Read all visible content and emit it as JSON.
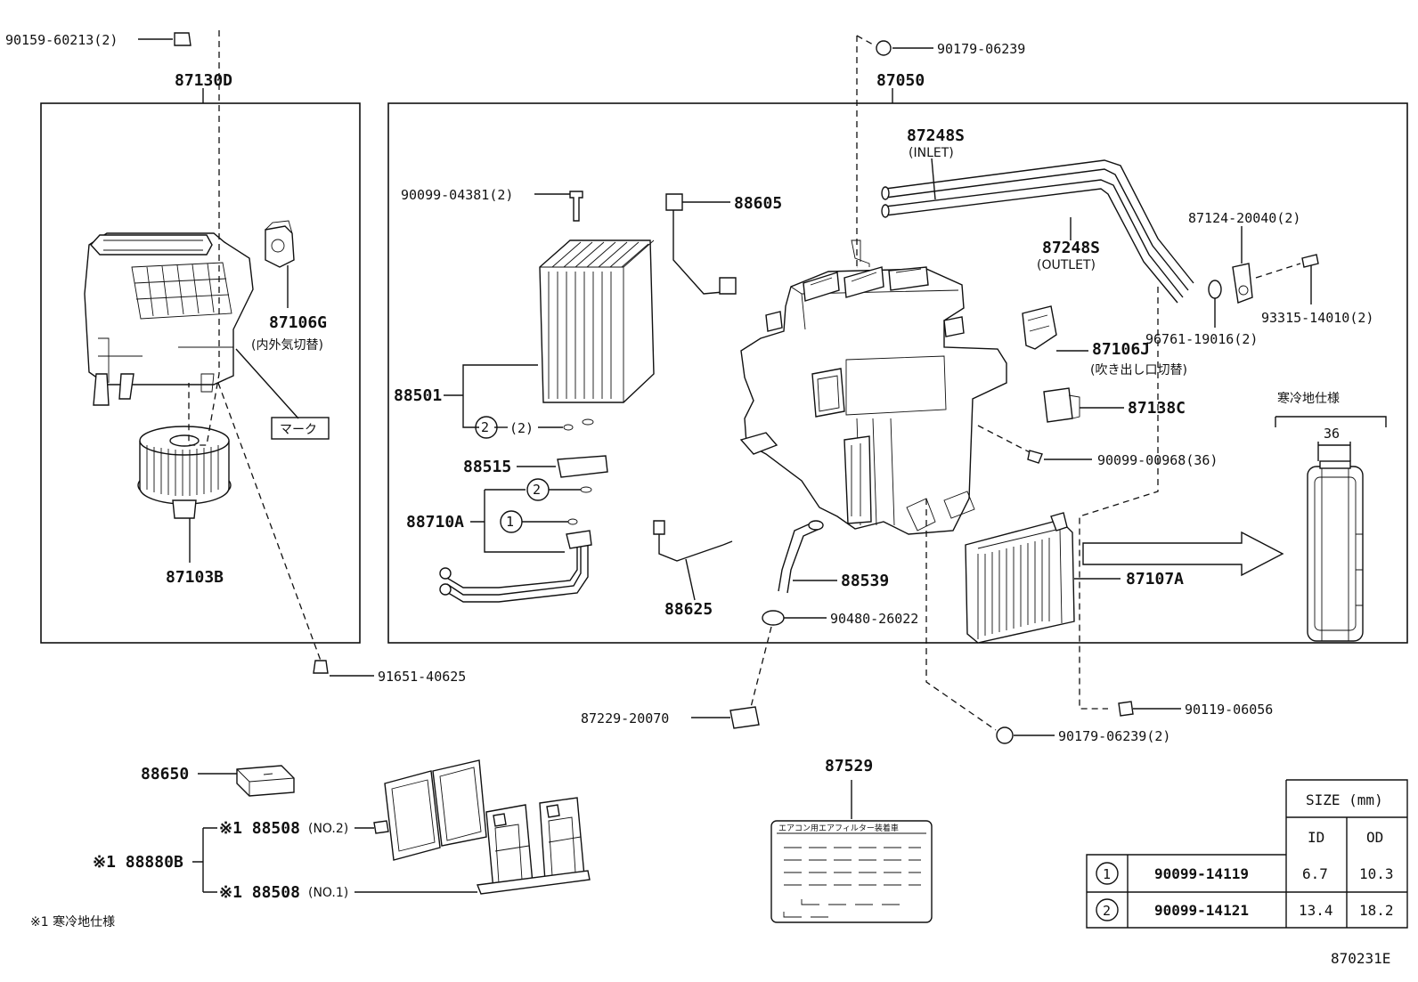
{
  "labels": {
    "c87130d": "87130D",
    "c87050": "87050",
    "p90159": "90159-60213(2)",
    "p90179a": "90179-06239",
    "p87106g": "87106G",
    "p87106g_sub": "(内外気切替)",
    "mark": "マーク",
    "p87103b": "87103B",
    "p91651": "91651-40625",
    "p90099_04381": "90099-04381(2)",
    "p88605": "88605",
    "p87248s_in": "87248S",
    "inlet": "(INLET)",
    "p87248s_out": "87248S",
    "outlet": "(OUTLET)",
    "p87124": "87124-20040(2)",
    "p93315": "93315-14010(2)",
    "p96761": "96761-19016(2)",
    "p87106j": "87106J",
    "p87106j_sub": "(吹き出し口切替)",
    "p87138c": "87138C",
    "p90099_00968": "90099-00968(36)",
    "cold_spec": "寒冷地仕様",
    "dim36": "36",
    "p88501": "88501",
    "ring2_qty": "(2)",
    "p88515": "88515",
    "p88710a": "88710A",
    "circle1": "1",
    "circle2": "2",
    "p88625": "88625",
    "p88539": "88539",
    "p90480": "90480-26022",
    "p87107a": "87107A",
    "p87229": "87229-20070",
    "p90119": "90119-06056",
    "p90179b": "90179-06239(2)",
    "p88650": "88650",
    "p88508_no2": "※1 88508",
    "no2": "(NO.2)",
    "p88880b": "※1 88880B",
    "p88508_no1": "※1 88508",
    "no1": "(NO.1)",
    "footnote": "※1 寒冷地仕様",
    "p87529": "87529",
    "label_heading": "エアコン用エアフィルター装着車",
    "diagram_id": "870231E"
  },
  "oring_table": {
    "size_header": "SIZE (mm)",
    "id_header": "ID",
    "od_header": "OD",
    "rows": [
      {
        "mark": "1",
        "part": "90099-14119",
        "id": "6.7",
        "od": "10.3"
      },
      {
        "mark": "2",
        "part": "90099-14121",
        "id": "13.4",
        "od": "18.2"
      }
    ]
  }
}
